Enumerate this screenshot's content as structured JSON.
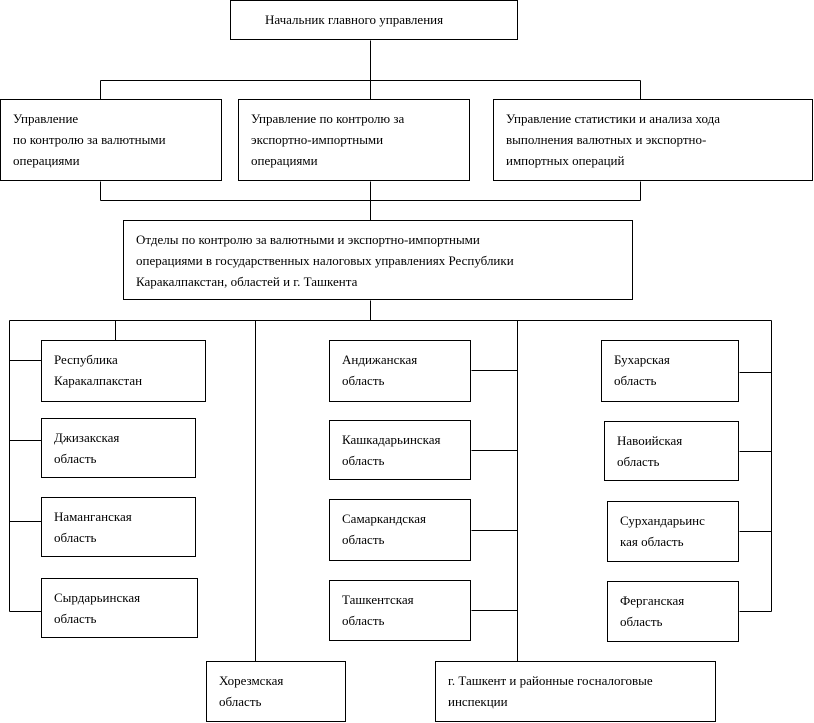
{
  "chart_data": {
    "type": "org-chart",
    "nodes": [
      {
        "id": "head",
        "text": "Начальник главного управления"
      },
      {
        "id": "dept-currency",
        "text": "Управление\nпо контролю за валютными\nоперациями"
      },
      {
        "id": "dept-export-import",
        "text": "Управление по контролю за\nэкспортно-импортными\nоперациями"
      },
      {
        "id": "dept-statistics",
        "text": "Управление статистики и анализа хода\nвыполнения валютных и экспортно-\nимпортных операций"
      },
      {
        "id": "regional-departments",
        "text": "Отделы по контролю за валютными и экспортно-импортными\nоперациями в государственных налоговых управлениях Республики\nКаракалпакстан, областей и г. Ташкента"
      },
      {
        "id": "karakalpakstan",
        "text": "Республика\nКаракалпакстан"
      },
      {
        "id": "jizzakh",
        "text": "Джизакская\nобласть"
      },
      {
        "id": "namangan",
        "text": "Наманганская\nобласть"
      },
      {
        "id": "syrdarya",
        "text": "Сырдарьинская\nобласть"
      },
      {
        "id": "andijan",
        "text": "Андижанская\nобласть"
      },
      {
        "id": "kashkadarya",
        "text": "Кашкадарьинская\nобласть"
      },
      {
        "id": "samarkand",
        "text": "Самаркандская\nобласть"
      },
      {
        "id": "tashkent-region",
        "text": "Ташкентская\nобласть"
      },
      {
        "id": "bukhara",
        "text": "Бухарская\nобласть"
      },
      {
        "id": "navoi",
        "text": "Навоийская\nобласть"
      },
      {
        "id": "surkhandarya",
        "text": "Сурхандарьинс\nкая область"
      },
      {
        "id": "fergana",
        "text": "Ферганская\nобласть"
      },
      {
        "id": "khorezm",
        "text": "Хорезмская\nобласть"
      },
      {
        "id": "tashkent-city",
        "text": "г. Ташкент и районные госналоговые\nинспекции"
      }
    ],
    "edges": [
      [
        "head",
        "dept-currency"
      ],
      [
        "head",
        "dept-export-import"
      ],
      [
        "head",
        "dept-statistics"
      ],
      [
        "dept-export-import",
        "regional-departments"
      ],
      [
        "regional-departments",
        "karakalpakstan"
      ],
      [
        "regional-departments",
        "jizzakh"
      ],
      [
        "regional-departments",
        "namangan"
      ],
      [
        "regional-departments",
        "syrdarya"
      ],
      [
        "regional-departments",
        "andijan"
      ],
      [
        "regional-departments",
        "kashkadarya"
      ],
      [
        "regional-departments",
        "samarkand"
      ],
      [
        "regional-departments",
        "tashkent-region"
      ],
      [
        "regional-departments",
        "bukhara"
      ],
      [
        "regional-departments",
        "navoi"
      ],
      [
        "regional-departments",
        "surkhandarya"
      ],
      [
        "regional-departments",
        "fergana"
      ],
      [
        "regional-departments",
        "khorezm"
      ],
      [
        "regional-departments",
        "tashkent-city"
      ]
    ]
  }
}
